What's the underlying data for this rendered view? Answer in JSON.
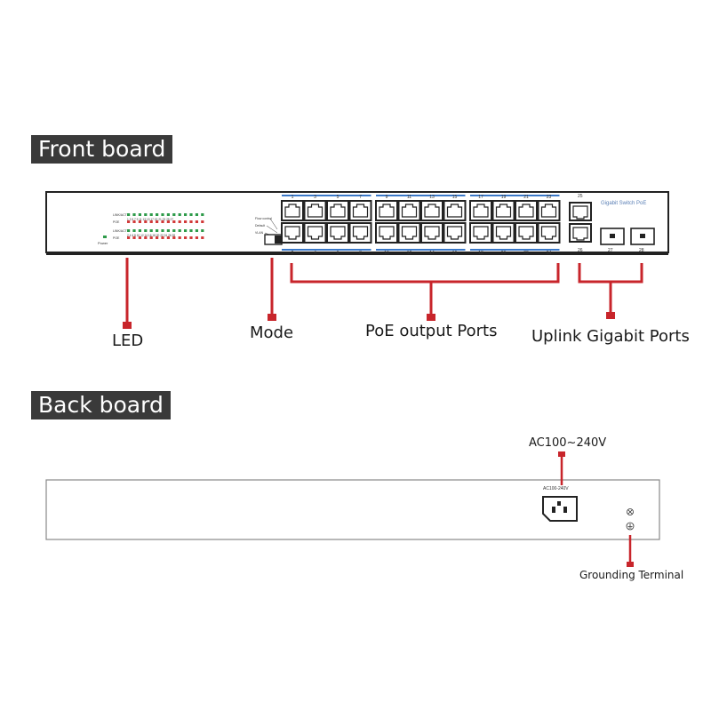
{
  "sections": {
    "front_title": "Front board",
    "back_title": "Back board"
  },
  "front_panel": {
    "led_row1_label": "LINK/ACT",
    "led_row2_label": "POE",
    "led_row3_label": "LINK/ACT",
    "led_row4_label": "POE",
    "led_top_numbers": "1 3 5 7 9 11 13 15 17 19 21 23 25 27",
    "led_bottom_numbers": "2 4 6 8 10 12 14 16 18 20 22 24 26 28",
    "power_label": "Power",
    "mode_label_1": "Flow control",
    "mode_label_2": "Default",
    "mode_label_3": "VLAN",
    "brand": "Gigabit Switch PoE",
    "port_top_numbers": [
      "1",
      "3",
      "5",
      "7",
      "9",
      "11",
      "13",
      "15",
      "17",
      "19",
      "21",
      "23"
    ],
    "port_bottom_numbers": [
      "2",
      "4",
      "6",
      "8",
      "10",
      "12",
      "14",
      "16",
      "18",
      "20",
      "22",
      "24"
    ],
    "uplink_numbers": [
      "25",
      "26",
      "27",
      "28"
    ]
  },
  "callouts": {
    "led": "LED",
    "mode": "Mode",
    "poe_ports": "PoE output Ports",
    "uplink_ports": "Uplink Gigabit Ports",
    "ac_input": "AC100~240V",
    "ac_socket_label": "AC100-240V",
    "grounding": "Grounding Terminal"
  },
  "colors": {
    "callout_red": "#c8252b",
    "led_green": "#2e9b4a",
    "led_red": "#d23a3a",
    "port_blue": "#3a78c8",
    "panel_stroke": "#222222",
    "tag_bg": "#3a3a3a"
  }
}
